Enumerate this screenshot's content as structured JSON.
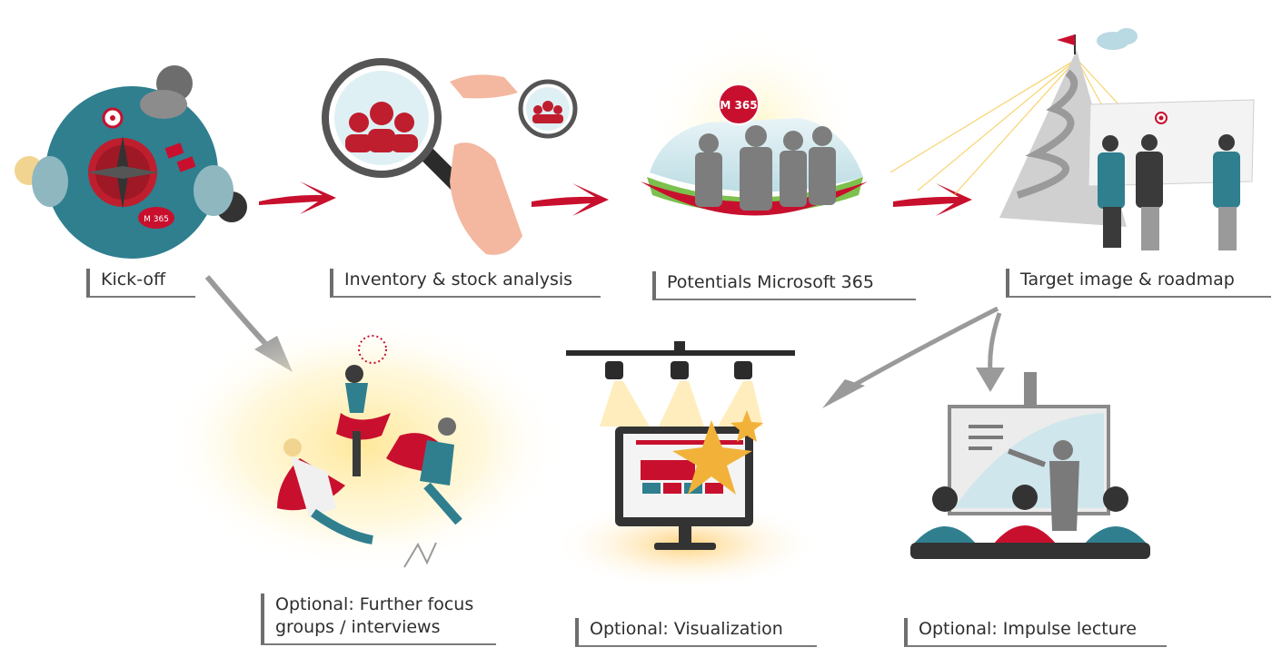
{
  "steps": [
    {
      "label": "Kick-off"
    },
    {
      "label": "Inventory & stock analysis"
    },
    {
      "label": "Potentials Microsoft 365"
    },
    {
      "label": "Target image & roadmap"
    }
  ],
  "optional_steps": [
    {
      "label": "Optional: Further focus groups / interviews"
    },
    {
      "label": "Optional: Visualization"
    },
    {
      "label": "Optional: Impulse lecture"
    }
  ],
  "badges": {
    "m365": "M 365"
  },
  "colors": {
    "accent_red": "#c8102e",
    "teal": "#1f6f80",
    "gray_arrow": "#9a9a9a",
    "sun": "#f6c94c"
  }
}
